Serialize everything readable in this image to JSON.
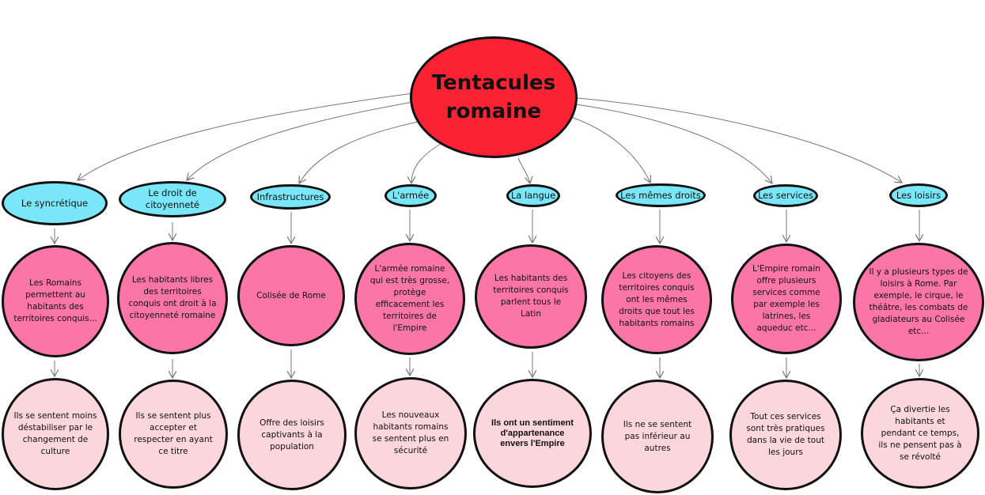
{
  "title": "Tentacules romaine",
  "colors": {
    "root": "#fb2233",
    "category": "#79e7f7",
    "middle": "#fb75a6",
    "leaf": "#fbd6dc",
    "stroke": "#111111",
    "link": "#777777"
  },
  "branches": [
    {
      "category": "Le syncrétique",
      "middle": "Les Romains permettent au habitants des territoires conquis...",
      "leaf": "Ils se sentent moins déstabiliser par le changement de culture"
    },
    {
      "category": "Le droit de citoyenneté",
      "middle": "Les habitants libres des territoires conquis ont droit à la citoyenneté romaine",
      "leaf": "Ils se sentent plus accepter et respecter en ayant ce titre"
    },
    {
      "category": "Infrastructures",
      "middle": "Colisée de Rome",
      "leaf": "Offre des loisirs captivants à la population"
    },
    {
      "category": "L'armée",
      "middle": "L'armée romaine qui est très grosse, protège efficacement les territoires de l'Empire",
      "leaf": "Les nouveaux habitants romains se sentent plus en sécurité"
    },
    {
      "category": "La langue",
      "middle": "Les habitants des territoires conquis parlent tous le Latin",
      "leaf": "Ils ont un sentiment d'appartenance envers l'Empire"
    },
    {
      "category": "Les mêmes droits",
      "middle": "Les citoyens des territoires conquis ont les mêmes droits que tout les habitants romains",
      "leaf": "Ils ne se sentent pas inférieur au autres"
    },
    {
      "category": "Les services",
      "middle": "L'Empire romain offre plusieurs services comme par exemple les latrines, les aqueduc etc...",
      "leaf": "Tout ces services sont très pratiques dans la vie de tout les jours"
    },
    {
      "category": "Les loisirs",
      "middle": "Il y a plusieurs types de loisirs à Rome. Par exemple, le cirque, le théâtre, les combats de gladiateurs au Colisée etc...",
      "leaf": "Ça divertie les habitants et pendant ce temps, ils ne pensent pas à se révolté"
    }
  ]
}
